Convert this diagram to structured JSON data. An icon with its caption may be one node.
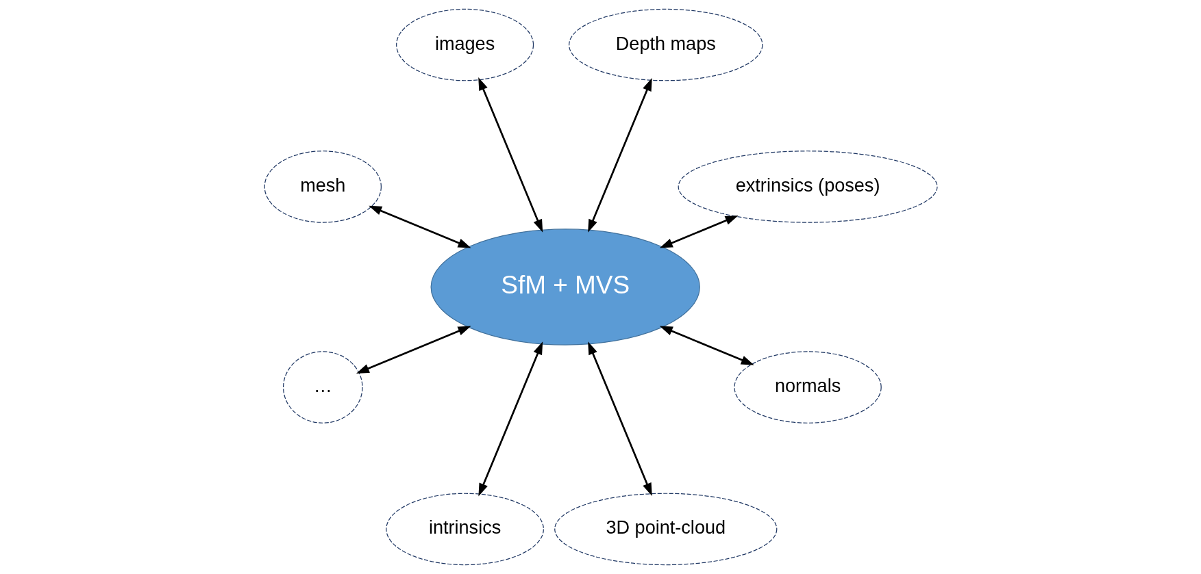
{
  "diagram": {
    "nodes": [
      {
        "text": [
          "extrinsics (poses)"
        ]
      },
      {
        "text": [
          "Depth maps"
        ]
      },
      {
        "text": [
          "images"
        ]
      },
      {
        "text": [
          "mesh"
        ]
      },
      {
        "text": [
          "SfM + MVS"
        ]
      },
      {
        "text": [
          "…"
        ]
      },
      {
        "text": [
          "intrinsics"
        ]
      },
      {
        "text": [
          "3D point-cloud"
        ]
      },
      {
        "text": [
          "normals"
        ]
      }
    ],
    "edges": [
      {
        "from": 4,
        "to": 0,
        "arrow": "both"
      },
      {
        "from": 4,
        "to": 1,
        "arrow": "both"
      },
      {
        "from": 4,
        "to": 2,
        "arrow": "both"
      },
      {
        "from": 4,
        "to": 3,
        "arrow": "both"
      },
      {
        "from": 4,
        "to": 5,
        "arrow": "both"
      },
      {
        "from": 4,
        "to": 6,
        "arrow": "both"
      },
      {
        "from": 4,
        "to": 7,
        "arrow": "both"
      },
      {
        "from": 4,
        "to": 8,
        "arrow": "both"
      }
    ]
  }
}
